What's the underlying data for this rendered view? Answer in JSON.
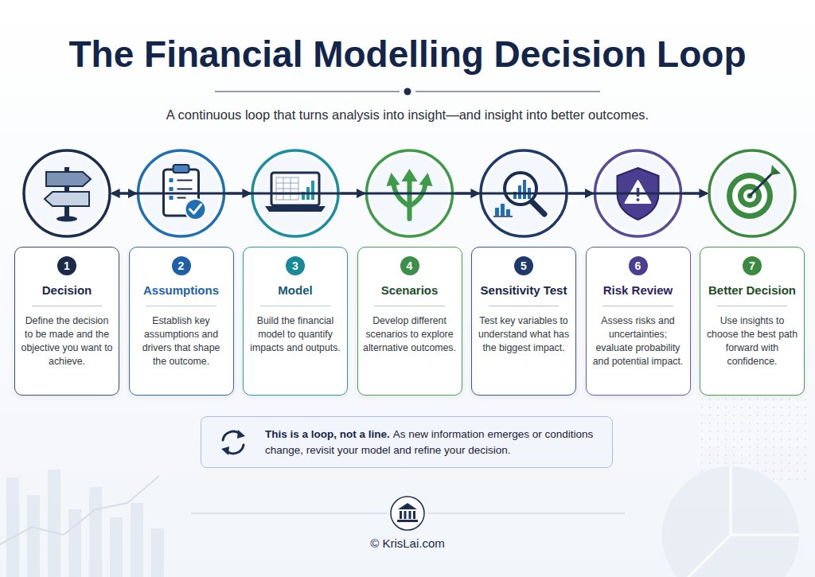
{
  "diagram": {
    "title": "The Financial Modelling Decision Loop",
    "caption": "A continuous loop that turns analysis into insight—and insight into better outcomes.",
    "nodes": [
      {
        "text": [
          "1",
          "Decision",
          "Define the decision to be made and the objective you want to achieve."
        ]
      },
      {
        "text": [
          "2",
          "Assumptions",
          "Establish key assumptions and drivers that shape the outcome."
        ]
      },
      {
        "text": [
          "3",
          "Model",
          "Build the financial model to quantify impacts and outputs."
        ]
      },
      {
        "text": [
          "4",
          "Scenarios",
          "Develop different scenarios to explore alternative outcomes."
        ]
      },
      {
        "text": [
          "5",
          "Sensitivity Test",
          "Test key variables to understand what has the biggest impact."
        ]
      },
      {
        "text": [
          "6",
          "Risk Review",
          "Assess risks and uncertainties; evaluate probability and potential impact."
        ]
      },
      {
        "text": [
          "7",
          "Better Decision",
          "Use insights to choose the best path forward with confidence."
        ]
      },
      {
        "text": [
          "This is a loop, not a line.",
          "As new information emerges or conditions change, revisit your model and refine your decision."
        ]
      }
    ],
    "edges": [
      {
        "from": 0,
        "to": 1,
        "arrow": "to"
      },
      {
        "from": 1,
        "to": 2,
        "arrow": "to"
      },
      {
        "from": 2,
        "to": 3,
        "arrow": "to"
      },
      {
        "from": 3,
        "to": 4,
        "arrow": "to"
      },
      {
        "from": 4,
        "to": 5,
        "arrow": "to"
      },
      {
        "from": 5,
        "to": 6,
        "arrow": "to"
      },
      {
        "from": 6,
        "to": 0,
        "arrow": "to"
      }
    ],
    "labels": [
      "© KrisLai.com"
    ]
  }
}
